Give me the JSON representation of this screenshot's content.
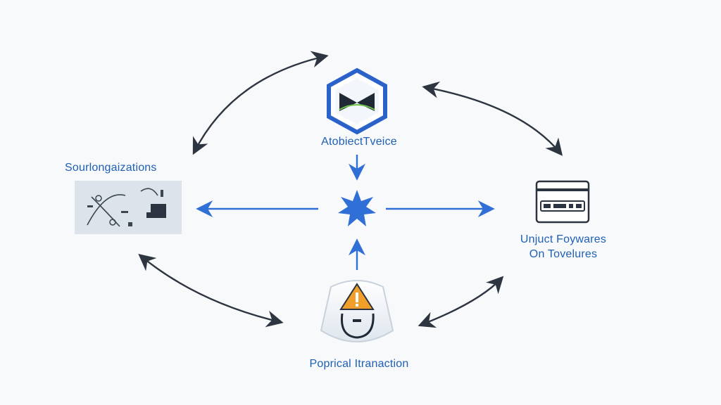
{
  "nodes": {
    "top": {
      "label": "AtobiectTveice",
      "icon": "hexagon-bowtie-icon"
    },
    "left": {
      "label": "Sourlongaizations",
      "icon": "tools-panel-icon"
    },
    "right": {
      "label_line1": "Unjuct Foywares",
      "label_line2": "On Tovelures",
      "icon": "device-rack-icon"
    },
    "bottom": {
      "label": "Poprical Itranaction",
      "icon": "warning-shield-icon"
    },
    "center": {
      "icon": "starburst-icon"
    }
  },
  "colors": {
    "accent": "#2f6fd6",
    "label": "#1f5fb6",
    "curve_arrow": "#2d3640",
    "warning": "#f0a02a",
    "background": "#f7f9fa"
  }
}
